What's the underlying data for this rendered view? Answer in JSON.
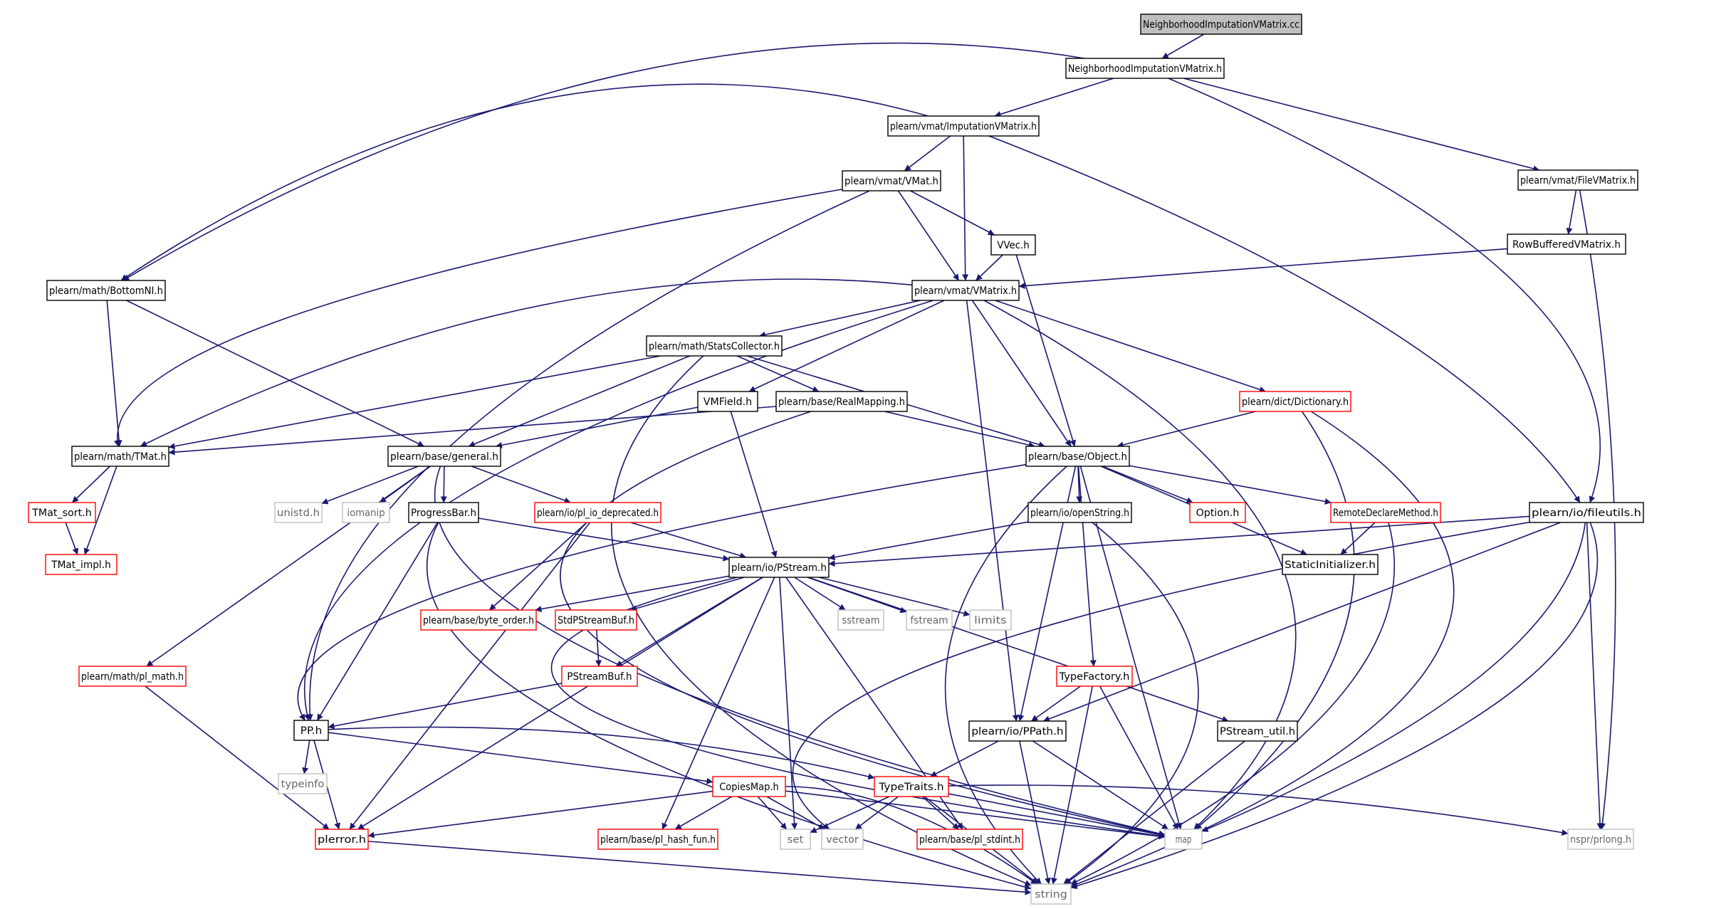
{
  "colors": {
    "edge": "#191970",
    "border_default": "#000000",
    "border_red": "#ff0000",
    "border_gray": "#bfbfbf",
    "fill_root": "#bfbfbf",
    "fill_default": "#ffffff",
    "text": "#000000"
  },
  "graph": {
    "nodes": [
      {
        "id": "root",
        "label": "NeighborhoodImputationVMatrix.cc",
        "style": "root"
      },
      {
        "id": "nivm_h",
        "label": "NeighborhoodImputationVMatrix.h",
        "style": "black"
      },
      {
        "id": "ivm_h",
        "label": "plearn/vmat/ImputationVMatrix.h",
        "style": "black"
      },
      {
        "id": "vmat_h",
        "label": "plearn/vmat/VMat.h",
        "style": "black"
      },
      {
        "id": "fvm_h",
        "label": "plearn/vmat/FileVMatrix.h",
        "style": "black"
      },
      {
        "id": "vvec_h",
        "label": "VVec.h",
        "style": "black"
      },
      {
        "id": "rbvm_h",
        "label": "RowBufferedVMatrix.h",
        "style": "black"
      },
      {
        "id": "bottomnl_h",
        "label": "plearn/math/BottomNI.h",
        "style": "black"
      },
      {
        "id": "vmatrix_h",
        "label": "plearn/vmat/VMatrix.h",
        "style": "black"
      },
      {
        "id": "stats_h",
        "label": "plearn/math/StatsCollector.h",
        "style": "black"
      },
      {
        "id": "vmfield_h",
        "label": "VMField.h",
        "style": "black"
      },
      {
        "id": "realmap_h",
        "label": "plearn/base/RealMapping.h",
        "style": "black"
      },
      {
        "id": "dict_h",
        "label": "plearn/dict/Dictionary.h",
        "style": "red"
      },
      {
        "id": "tmat_h",
        "label": "plearn/math/TMat.h",
        "style": "black"
      },
      {
        "id": "general_h",
        "label": "plearn/base/general.h",
        "style": "black"
      },
      {
        "id": "object_h",
        "label": "plearn/base/Object.h",
        "style": "black"
      },
      {
        "id": "tmatsort_h",
        "label": "TMat_sort.h",
        "style": "red"
      },
      {
        "id": "unistd_h",
        "label": "unistd.h",
        "style": "gray"
      },
      {
        "id": "iomanip",
        "label": "iomanip",
        "style": "gray"
      },
      {
        "id": "progress_h",
        "label": "ProgressBar.h",
        "style": "black"
      },
      {
        "id": "pliodep_h",
        "label": "plearn/io/pl_io_deprecated.h",
        "style": "red"
      },
      {
        "id": "openstring_h",
        "label": "plearn/io/openString.h",
        "style": "black"
      },
      {
        "id": "option_h",
        "label": "Option.h",
        "style": "red"
      },
      {
        "id": "rdm_h",
        "label": "RemoteDeclareMethod.h",
        "style": "red"
      },
      {
        "id": "fileutils_h",
        "label": "plearn/io/fileutils.h",
        "style": "black"
      },
      {
        "id": "tmatimpl_h",
        "label": "TMat_impl.h",
        "style": "red"
      },
      {
        "id": "pstream_h",
        "label": "plearn/io/PStream.h",
        "style": "black"
      },
      {
        "id": "staticinit_h",
        "label": "StaticInitializer.h",
        "style": "black"
      },
      {
        "id": "byteorder_h",
        "label": "plearn/base/byte_order.h",
        "style": "red"
      },
      {
        "id": "stdpsb_h",
        "label": "StdPStreamBuf.h",
        "style": "red"
      },
      {
        "id": "sstream",
        "label": "sstream",
        "style": "gray"
      },
      {
        "id": "fstream",
        "label": "fstream",
        "style": "gray"
      },
      {
        "id": "limits",
        "label": "limits",
        "style": "gray"
      },
      {
        "id": "plmath_h",
        "label": "plearn/math/pl_math.h",
        "style": "red"
      },
      {
        "id": "psb_h",
        "label": "PStreamBuf.h",
        "style": "red"
      },
      {
        "id": "typefactory_h",
        "label": "TypeFactory.h",
        "style": "red"
      },
      {
        "id": "pp_h",
        "label": "PP.h",
        "style": "black"
      },
      {
        "id": "ppath_h",
        "label": "plearn/io/PPath.h",
        "style": "black"
      },
      {
        "id": "psutil_h",
        "label": "PStream_util.h",
        "style": "black"
      },
      {
        "id": "typeinfo",
        "label": "typeinfo",
        "style": "gray"
      },
      {
        "id": "copiesmap_h",
        "label": "CopiesMap.h",
        "style": "red"
      },
      {
        "id": "typetraits_h",
        "label": "TypeTraits.h",
        "style": "red"
      },
      {
        "id": "plerror_h",
        "label": "plerror.h",
        "style": "red"
      },
      {
        "id": "plhash_h",
        "label": "plearn/base/pl_hash_fun.h",
        "style": "red"
      },
      {
        "id": "set",
        "label": "set",
        "style": "gray"
      },
      {
        "id": "vector",
        "label": "vector",
        "style": "gray"
      },
      {
        "id": "plstdint_h",
        "label": "plearn/base/pl_stdint.h",
        "style": "red"
      },
      {
        "id": "map",
        "label": "map",
        "style": "gray"
      },
      {
        "id": "prlong_h",
        "label": "nspr/prlong.h",
        "style": "gray"
      },
      {
        "id": "string",
        "label": "string",
        "style": "gray"
      }
    ],
    "edges": [
      [
        "root",
        "nivm_h"
      ],
      [
        "nivm_h",
        "ivm_h"
      ],
      [
        "nivm_h",
        "fvm_h"
      ],
      [
        "nivm_h",
        "bottomnl_h"
      ],
      [
        "nivm_h",
        "fileutils_h"
      ],
      [
        "ivm_h",
        "vmat_h"
      ],
      [
        "ivm_h",
        "vmatrix_h"
      ],
      [
        "ivm_h",
        "bottomnl_h"
      ],
      [
        "ivm_h",
        "fileutils_h"
      ],
      [
        "vmat_h",
        "vvec_h"
      ],
      [
        "vmat_h",
        "vmatrix_h"
      ],
      [
        "vmat_h",
        "tmat_h"
      ],
      [
        "vmat_h",
        "pp_h"
      ],
      [
        "fvm_h",
        "rbvm_h"
      ],
      [
        "fvm_h",
        "prlong_h"
      ],
      [
        "rbvm_h",
        "vmatrix_h"
      ],
      [
        "vvec_h",
        "vmatrix_h"
      ],
      [
        "vvec_h",
        "object_h"
      ],
      [
        "bottomnl_h",
        "tmat_h"
      ],
      [
        "bottomnl_h",
        "general_h"
      ],
      [
        "vmatrix_h",
        "stats_h"
      ],
      [
        "vmatrix_h",
        "vmfield_h"
      ],
      [
        "vmatrix_h",
        "dict_h"
      ],
      [
        "vmatrix_h",
        "object_h"
      ],
      [
        "vmatrix_h",
        "tmat_h"
      ],
      [
        "vmatrix_h",
        "pp_h"
      ],
      [
        "vmatrix_h",
        "ppath_h"
      ],
      [
        "vmatrix_h",
        "map"
      ],
      [
        "stats_h",
        "realmap_h"
      ],
      [
        "stats_h",
        "object_h"
      ],
      [
        "stats_h",
        "general_h"
      ],
      [
        "stats_h",
        "tmat_h"
      ],
      [
        "stats_h",
        "string"
      ],
      [
        "vmfield_h",
        "general_h"
      ],
      [
        "vmfield_h",
        "pstream_h"
      ],
      [
        "realmap_h",
        "object_h"
      ],
      [
        "realmap_h",
        "tmat_h"
      ],
      [
        "realmap_h",
        "map"
      ],
      [
        "dict_h",
        "object_h"
      ],
      [
        "dict_h",
        "map"
      ],
      [
        "dict_h",
        "string"
      ],
      [
        "tmat_h",
        "tmatsort_h"
      ],
      [
        "tmat_h",
        "tmatimpl_h"
      ],
      [
        "tmatsort_h",
        "tmatimpl_h"
      ],
      [
        "general_h",
        "unistd_h"
      ],
      [
        "general_h",
        "iomanip"
      ],
      [
        "general_h",
        "progress_h"
      ],
      [
        "general_h",
        "pliodep_h"
      ],
      [
        "general_h",
        "plmath_h"
      ],
      [
        "general_h",
        "map"
      ],
      [
        "object_h",
        "openstring_h"
      ],
      [
        "object_h",
        "option_h"
      ],
      [
        "object_h",
        "rdm_h"
      ],
      [
        "object_h",
        "staticinit_h"
      ],
      [
        "object_h",
        "typefactory_h"
      ],
      [
        "object_h",
        "ppath_h"
      ],
      [
        "object_h",
        "pp_h"
      ],
      [
        "object_h",
        "map"
      ],
      [
        "object_h",
        "string"
      ],
      [
        "progress_h",
        "pstream_h"
      ],
      [
        "progress_h",
        "pp_h"
      ],
      [
        "progress_h",
        "string"
      ],
      [
        "pliodep_h",
        "pstream_h"
      ],
      [
        "pliodep_h",
        "byteorder_h"
      ],
      [
        "pliodep_h",
        "plerror_h"
      ],
      [
        "openstring_h",
        "pstream_h"
      ],
      [
        "openstring_h",
        "string"
      ],
      [
        "rdm_h",
        "staticinit_h"
      ],
      [
        "rdm_h",
        "string"
      ],
      [
        "fileutils_h",
        "pstream_h"
      ],
      [
        "fileutils_h",
        "ppath_h"
      ],
      [
        "fileutils_h",
        "map"
      ],
      [
        "fileutils_h",
        "vector"
      ],
      [
        "fileutils_h",
        "prlong_h"
      ],
      [
        "fileutils_h",
        "string"
      ],
      [
        "pstream_h",
        "byteorder_h"
      ],
      [
        "pstream_h",
        "stdpsb_h"
      ],
      [
        "pstream_h",
        "sstream"
      ],
      [
        "pstream_h",
        "fstream"
      ],
      [
        "pstream_h",
        "limits"
      ],
      [
        "pstream_h",
        "psb_h"
      ],
      [
        "pstream_h",
        "psutil_h"
      ],
      [
        "pstream_h",
        "plerror_h"
      ],
      [
        "pstream_h",
        "plhash_h"
      ],
      [
        "pstream_h",
        "set"
      ],
      [
        "pstream_h",
        "plstdint_h"
      ],
      [
        "pstream_h",
        "map"
      ],
      [
        "stdpsb_h",
        "psb_h"
      ],
      [
        "psb_h",
        "pp_h"
      ],
      [
        "plmath_h",
        "plerror_h"
      ],
      [
        "typefactory_h",
        "ppath_h"
      ],
      [
        "typefactory_h",
        "map"
      ],
      [
        "typefactory_h",
        "string"
      ],
      [
        "pp_h",
        "typeinfo"
      ],
      [
        "pp_h",
        "copiesmap_h"
      ],
      [
        "pp_h",
        "typetraits_h"
      ],
      [
        "pp_h",
        "plerror_h"
      ],
      [
        "ppath_h",
        "typetraits_h"
      ],
      [
        "ppath_h",
        "map"
      ],
      [
        "ppath_h",
        "string"
      ],
      [
        "psutil_h",
        "string"
      ],
      [
        "copiesmap_h",
        "plerror_h"
      ],
      [
        "copiesmap_h",
        "plhash_h"
      ],
      [
        "copiesmap_h",
        "set"
      ],
      [
        "copiesmap_h",
        "vector"
      ],
      [
        "copiesmap_h",
        "map"
      ],
      [
        "copiesmap_h",
        "string"
      ],
      [
        "typetraits_h",
        "set"
      ],
      [
        "typetraits_h",
        "vector"
      ],
      [
        "typetraits_h",
        "plstdint_h"
      ],
      [
        "typetraits_h",
        "map"
      ],
      [
        "typetraits_h",
        "prlong_h"
      ],
      [
        "typetraits_h",
        "string"
      ],
      [
        "plerror_h",
        "string"
      ]
    ]
  }
}
